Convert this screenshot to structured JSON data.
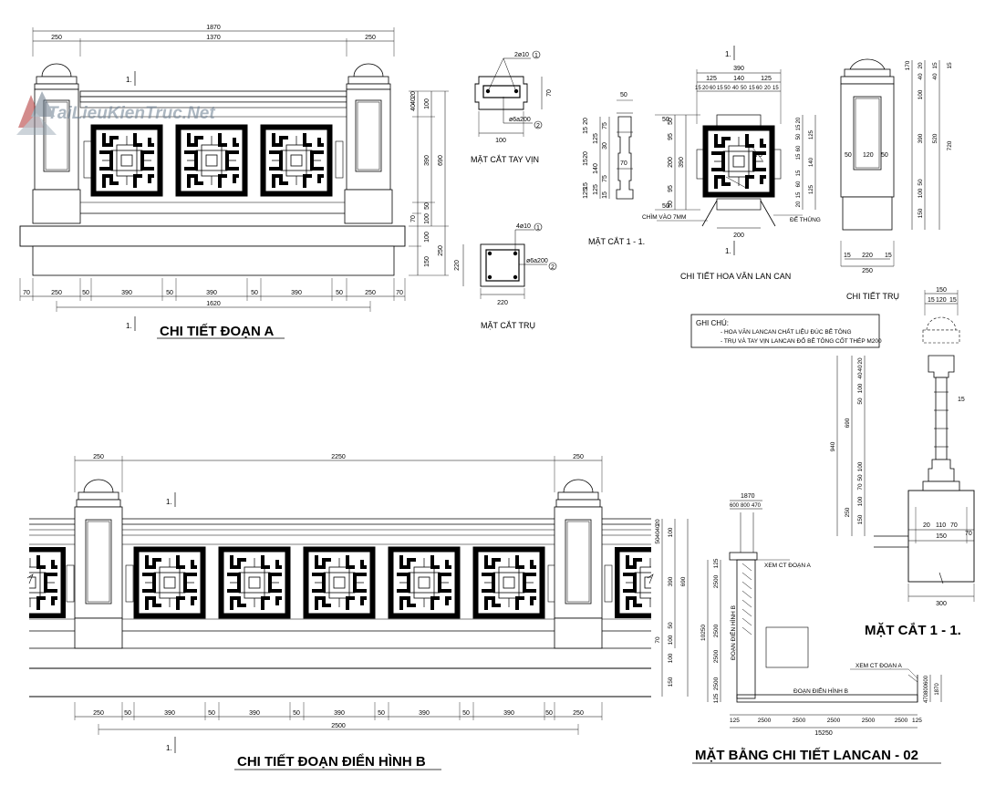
{
  "watermark": {
    "text": "TaiLieuKienTruc.Net"
  },
  "titles": {
    "doan_a": "CHI TIẾT ĐOẠN A",
    "doan_b": "CHI TIẾT ĐOẠN ĐIỂN HÌNH B",
    "mat_bang": "MẶT BẰNG CHI TIẾT LANCAN - 02",
    "mat_cat_big": "MẶT CẮT 1 - 1.",
    "tay_vin": "MẶT CẮT TAY VỊN",
    "tru": "MẶT CẮT TRỤ",
    "mat_cat_small": "MẶT CẮT 1 - 1.",
    "hoa_van": "CHI TIẾT HOA VĂN LAN CAN",
    "chi_tiet_tru": "CHI TIẾT TRỤ"
  },
  "notes": {
    "head": "GHI CHÚ:",
    "line1": "- HOA VĂN LANCAN CHẤT LIỆU ĐÚC BÊ TÔNG",
    "line2": "- TRỤ VÀ TAY VỊN LANCAN ĐỔ BÊ TÔNG CỐT THÉP M200"
  },
  "labels": {
    "sec_mark": "1.",
    "chim_vao": "CHÌM VÀO 7MM",
    "de_thung": "ĐỂ THỦNG",
    "xem_ct_a": "XEM CT ĐOẠN A",
    "doan_b_plan": "ĐOẠN ĐIỂN HÌNH B",
    "tv_rebar_top": "2ø10",
    "tv_rebar_stir": "ø6a200",
    "tru_rebar": "4ø10",
    "tru_stir": "ø6a200",
    "n1": "1",
    "n2": "2"
  },
  "dims_a": {
    "top_total": "1870",
    "top_left": "250",
    "top_mid": "1370",
    "top_right": "250",
    "bottom": [
      "70",
      "250",
      "50",
      "390",
      "50",
      "390",
      "50",
      "390",
      "50",
      "250",
      "70"
    ],
    "bottom_total": "1620",
    "right": [
      "20",
      "40",
      "40",
      "100",
      "390",
      "690",
      "50",
      "100",
      "70",
      "100",
      "250",
      "150"
    ]
  },
  "dims_b": {
    "top_left": "250",
    "top_mid": "2250",
    "top_right": "250",
    "bottom": [
      "250",
      "50",
      "390",
      "50",
      "390",
      "50",
      "390",
      "50",
      "390",
      "50",
      "390",
      "50",
      "250"
    ],
    "bottom_total": "2500",
    "right": [
      "20",
      "40",
      "40",
      "100",
      "50",
      "390",
      "690",
      "50",
      "100",
      "70",
      "100",
      "150"
    ]
  },
  "dims_tv": {
    "w": "100",
    "h": "70"
  },
  "dims_tru": {
    "w": "220",
    "h": "220"
  },
  "dims_mc11s": {
    "d1": "50",
    "d2": "70",
    "v": [
      "20",
      "15",
      "125",
      "75",
      "15",
      "125",
      "75",
      "30",
      "20",
      "15",
      "140",
      "125",
      "15"
    ]
  },
  "dims_hv": {
    "top": "390",
    "top2": [
      "125",
      "140",
      "125"
    ],
    "top3": [
      "15",
      "20",
      "60",
      "15",
      "50",
      "40",
      "50",
      "15",
      "60",
      "20",
      "15"
    ],
    "left": [
      "50",
      "95",
      "390",
      "200",
      "95",
      "50"
    ],
    "right": [
      "20",
      "15",
      "50",
      "60",
      "15",
      "125",
      "140",
      "125",
      "15",
      "60",
      "15",
      "20"
    ],
    "bottom": "200",
    "mid": "75"
  },
  "dims_ctru": {
    "bottom": "220",
    "bottom2": "250",
    "inner": [
      "50",
      "120",
      "50"
    ],
    "right": [
      "20",
      "40",
      "40",
      "100",
      "390",
      "520",
      "720",
      "50",
      "100",
      "150"
    ],
    "edge": [
      "170",
      "15",
      "15",
      "15",
      "15"
    ]
  },
  "dims_mcbig": {
    "top": "150",
    "top2": [
      "15",
      "120",
      "15"
    ],
    "left": [
      "20",
      "40",
      "40",
      "100",
      "50",
      "690",
      "940",
      "100",
      "50",
      "70",
      "100",
      "250",
      "150"
    ],
    "bottom": [
      "20",
      "110",
      "70"
    ],
    "bottom2": "150",
    "bottom3": "300",
    "right": [
      "15",
      "70"
    ]
  },
  "dims_plan": {
    "top": "1870",
    "top2": [
      "600",
      "800",
      "470"
    ],
    "left": [
      "125",
      "2500",
      "2500",
      "10250",
      "2500",
      "2500",
      "125"
    ],
    "bottom": [
      "125",
      "2500",
      "2500",
      "2500",
      "2500",
      "2500",
      "125"
    ],
    "bottom_total": "15250",
    "right": [
      "600",
      "800",
      "470",
      "1870"
    ]
  }
}
